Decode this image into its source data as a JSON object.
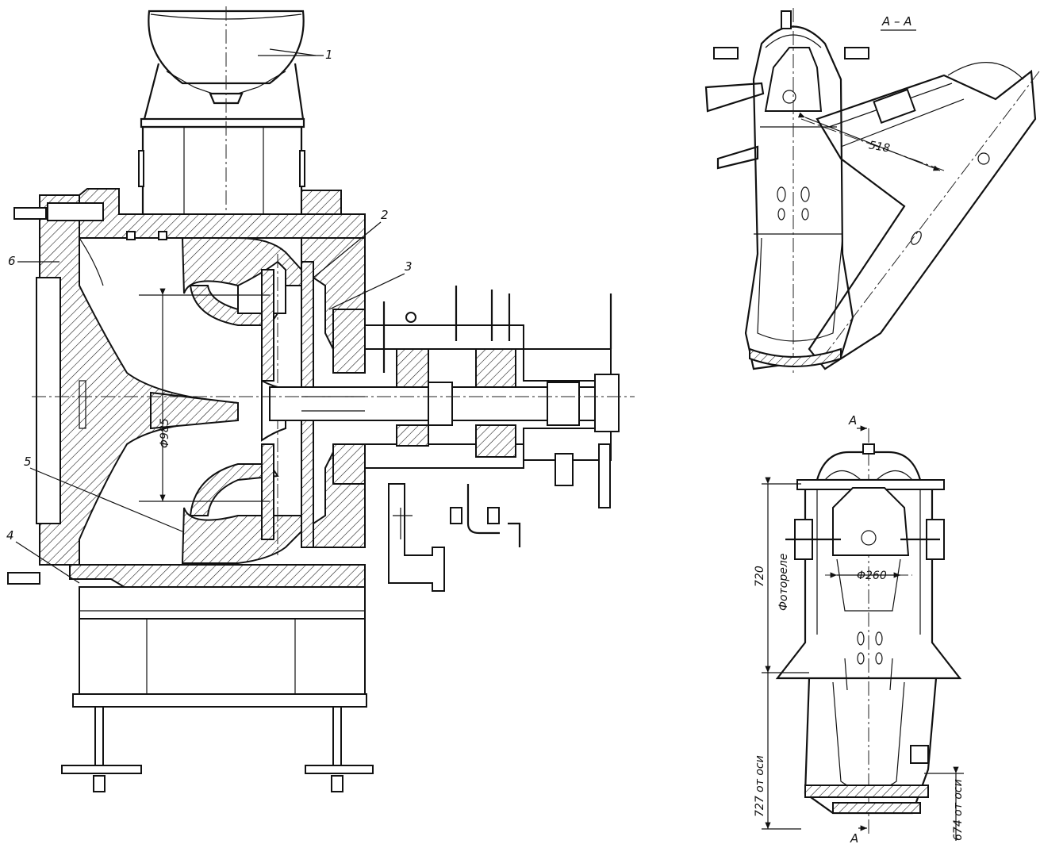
{
  "callouts": [
    "1",
    "2",
    "3",
    "4",
    "5",
    "6"
  ],
  "main_view": {
    "dim_diameter": "Φ985"
  },
  "section_view": {
    "title": "A – A",
    "dim_518": "518"
  },
  "front_view": {
    "section_mark": "A",
    "dim_720": "720",
    "dim_phi260": "Φ260",
    "label_photorelay": "Фотореле",
    "dim_727": "727 от оси",
    "dim_674": "674 от оси"
  }
}
